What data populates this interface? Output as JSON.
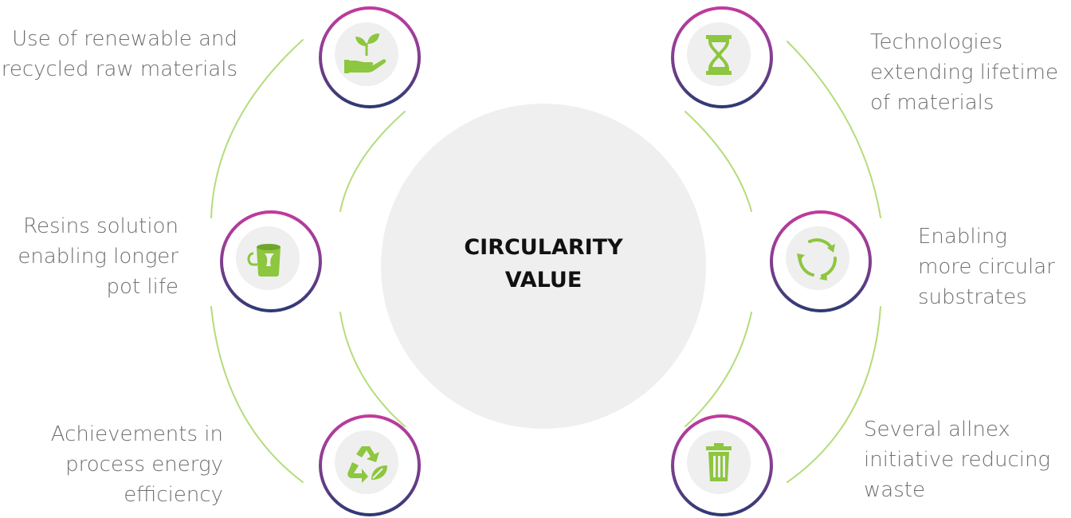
{
  "center": {
    "title_line1": "CIRCULARITY",
    "title_line2": "VALUE"
  },
  "colors": {
    "accent_green": "#8dc63f",
    "arc_green": "#b5dc7a",
    "ring_top": "#c33a9e",
    "ring_bottom": "#2b3a72",
    "center_fill": "#efefef",
    "label_gray": "#6f6f6f"
  },
  "items": [
    {
      "icon": "hand-plant-icon",
      "lines": [
        "Use of renewable and",
        "recycled raw materials"
      ]
    },
    {
      "icon": "paint-bucket-icon",
      "lines": [
        "Resins solution",
        "enabling longer",
        "pot life"
      ]
    },
    {
      "icon": "recycle-leaf-icon",
      "lines": [
        "Achievements in",
        "process energy",
        "efficiency"
      ]
    },
    {
      "icon": "hourglass-icon",
      "lines": [
        "Technologies",
        "extending lifetime",
        "of materials"
      ]
    },
    {
      "icon": "circular-arrows-icon",
      "lines": [
        "Enabling",
        "more circular",
        "substrates"
      ]
    },
    {
      "icon": "trash-bin-icon",
      "lines": [
        "Several allnex",
        "initiative reducing",
        "waste"
      ]
    }
  ]
}
